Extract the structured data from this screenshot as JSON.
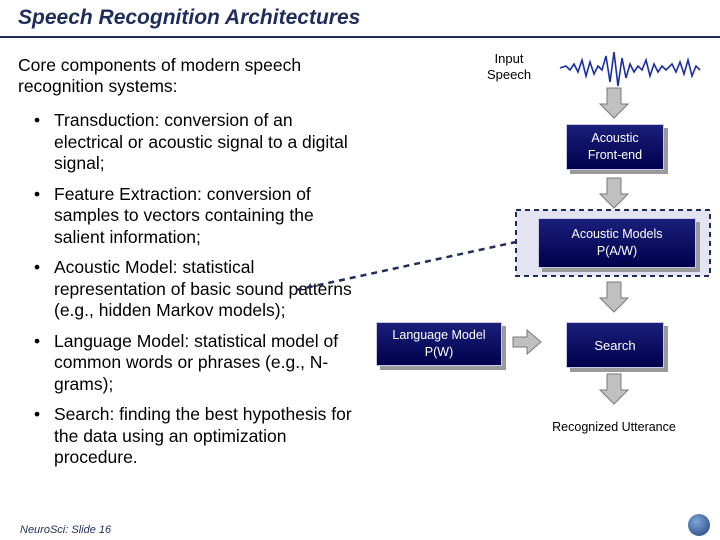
{
  "title": "Speech Recognition Architectures",
  "intro": "Core components of modern speech recognition systems:",
  "bullets": [
    "Transduction: conversion of an electrical or acoustic signal to a digital signal;",
    "Feature Extraction: conversion of samples to vectors containing the salient information;",
    "Acoustic Model: statistical representation of basic sound patterns (e.g., hidden Markov models);",
    "Language Model: statistical model of common words or phrases (e.g., N-grams);",
    "Search: finding the best hypothesis for the data using an optimization procedure."
  ],
  "diagram": {
    "input_line1": "Input",
    "input_line2": "Speech",
    "frontend_line1": "Acoustic",
    "frontend_line2": "Front-end",
    "acoustic_line1": "Acoustic Models",
    "acoustic_line2": "P(A/W)",
    "language_line1": "Language Model",
    "language_line2": "P(W)",
    "search": "Search",
    "output": "Recognized Utterance"
  },
  "footer": "NeuroSci: Slide 16",
  "colors": {
    "box": "#0a0a66",
    "title": "#1f2d5c",
    "arrow": "#b0b0b0",
    "dashed": "#1f2d5c"
  }
}
